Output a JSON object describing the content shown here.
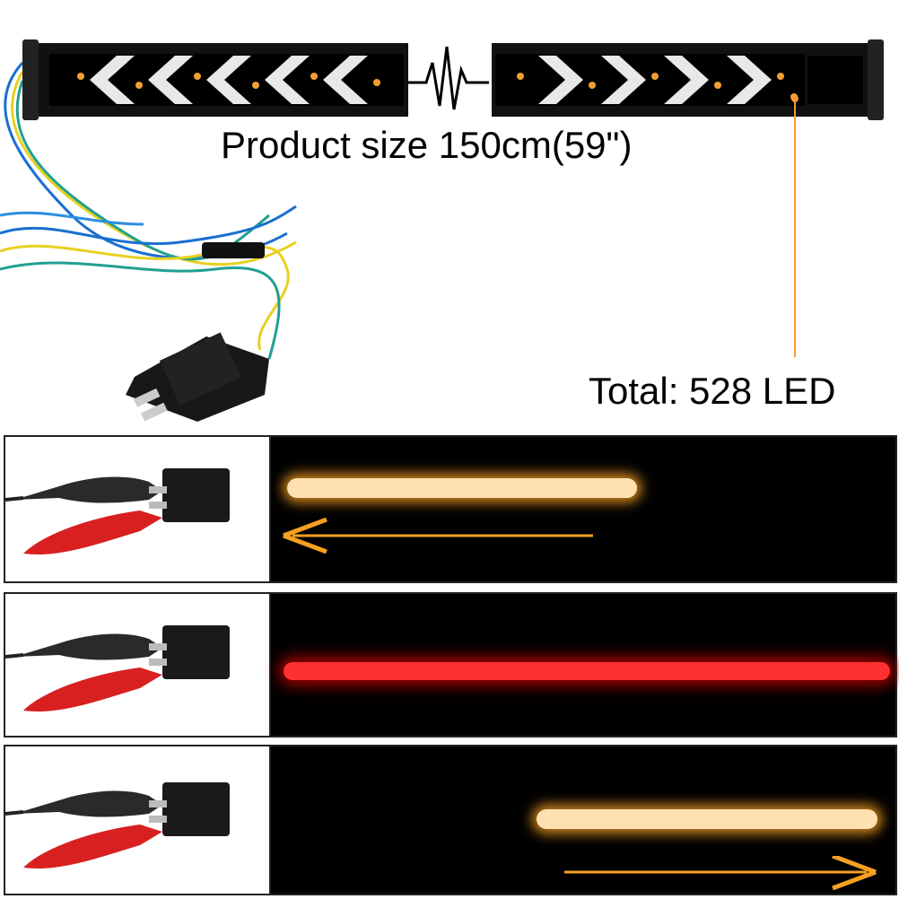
{
  "product": {
    "size_label": "Product size 150cm(59\")",
    "led_count_label": "Total: 528 LED"
  },
  "modes": [
    {
      "name": "turn-signal-left",
      "color": "#ffd9a0",
      "direction": "left"
    },
    {
      "name": "brake-light",
      "color": "#ff2020",
      "direction": "none"
    },
    {
      "name": "turn-signal-right",
      "color": "#ffd9a0",
      "direction": "right"
    }
  ],
  "colors": {
    "amber": "#f5a020",
    "red": "#e02020",
    "strip": "#111111"
  }
}
